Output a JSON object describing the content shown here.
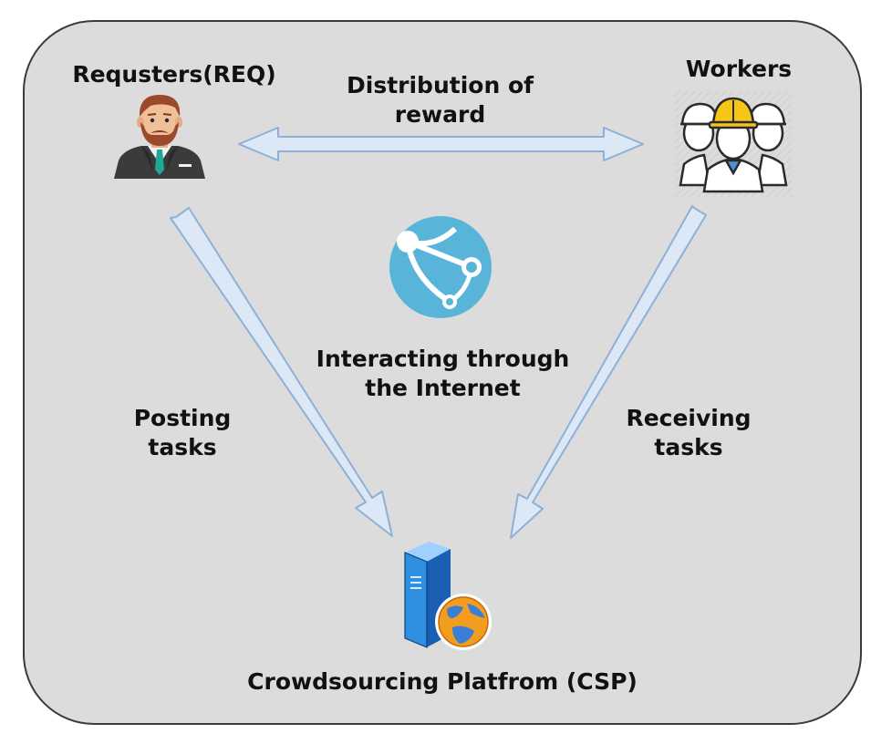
{
  "diagram": {
    "requester": {
      "label": "Requsters(REQ)"
    },
    "workers": {
      "label": "Workers"
    },
    "reward": {
      "line1": "Distribution of",
      "line2": "reward"
    },
    "internet": {
      "line1": "Interacting through",
      "line2": "the Internet"
    },
    "posting": {
      "line1": "Posting",
      "line2": "tasks"
    },
    "receiving": {
      "line1": "Receiving",
      "line2": "tasks"
    },
    "platform": {
      "label": "Crowdsourcing Platfrom (CSP)"
    }
  },
  "colors": {
    "panel": "#dcdcdc",
    "arrow_fill": "#dce8f6",
    "arrow_stroke": "#8fb0d6",
    "internet_icon": "#59b4d9",
    "helmet": "#f5c518",
    "server": "#2f8fe0",
    "globe": "#f29d1e"
  },
  "icons": [
    "requester-avatar-icon",
    "workers-group-icon",
    "internet-app-icon",
    "server-globe-icon"
  ]
}
